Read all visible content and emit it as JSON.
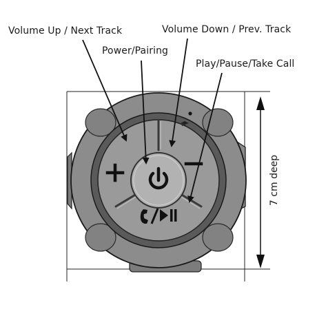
{
  "labels": {
    "volume_up_next": "Volume Up / Next Track",
    "volume_down_prev": "Volume Down / Prev. Track",
    "power_pairing": "Power/Pairing",
    "play_pause_call": "Play/Pause/Take Call",
    "depth": "7 cm deep"
  },
  "buttons": {
    "plus_symbol": "+",
    "minus_symbol": "−",
    "play_pause_symbol": "⏯"
  },
  "icons": [
    "power-icon",
    "phone-icon",
    "play-pause-icon",
    "plus-icon",
    "minus-icon",
    "led-indicator-icon"
  ],
  "colors": {
    "housing_outer": "#8c8c8c",
    "housing_dark": "#5e5e5e",
    "button_face": "#9a9a9a",
    "center_button": "#b4b4b4",
    "glyph": "#151515"
  }
}
